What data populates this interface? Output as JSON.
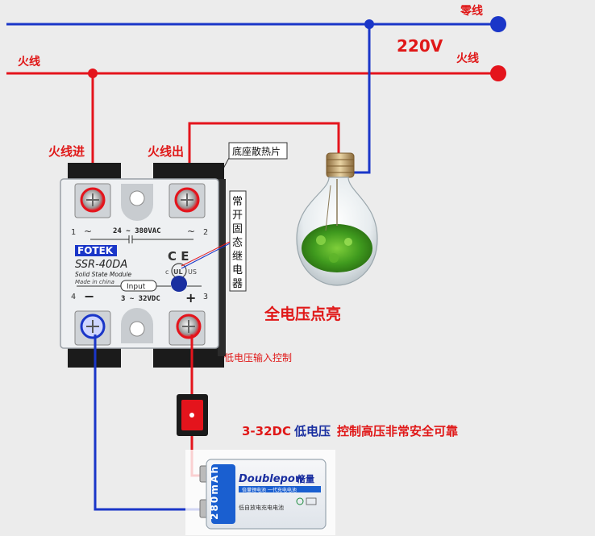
{
  "labels": {
    "neutral_top": "零线",
    "voltage": "220V",
    "live_right": "火线",
    "live_left": "火线",
    "live_in": "火线进",
    "live_out": "火线出",
    "heatsink": "底座散热片",
    "relay_type_chars": [
      "常",
      "开",
      "固",
      "态",
      "继",
      "电",
      "器"
    ],
    "full_voltage_on": "全电压点亮",
    "low_voltage_input": "低电压输入控制",
    "note_prefix": "3-32DC",
    "note_low": "低电压",
    "note_rest": "控制高压非常安全可靠"
  },
  "relay": {
    "range_ac": "24 ~ 380VAC",
    "brand": "FOTEK",
    "model": "SSR-40DA",
    "subtitle": "Solid State Module",
    "origin": "Made in china",
    "input": "Input",
    "range_dc": "3 ~ 32VDC",
    "term1": "1",
    "term2": "2",
    "term3": "3",
    "term4": "4",
    "minus": "−",
    "plus": "+",
    "ce": "C E",
    "ul": "UL",
    "c": "c",
    "us": "US"
  },
  "battery": {
    "brand": "Doublepow",
    "brand_cn": "倍量",
    "capacity": "280mAh",
    "line1": "倍量锂电池 一代充电电池",
    "line2": "低自放电充电电池"
  },
  "colors": {
    "live": "#e4141c",
    "neutral": "#1a36c8",
    "text_red": "#e01818",
    "text_blue": "#1a2fa0",
    "background": "#ececec"
  }
}
